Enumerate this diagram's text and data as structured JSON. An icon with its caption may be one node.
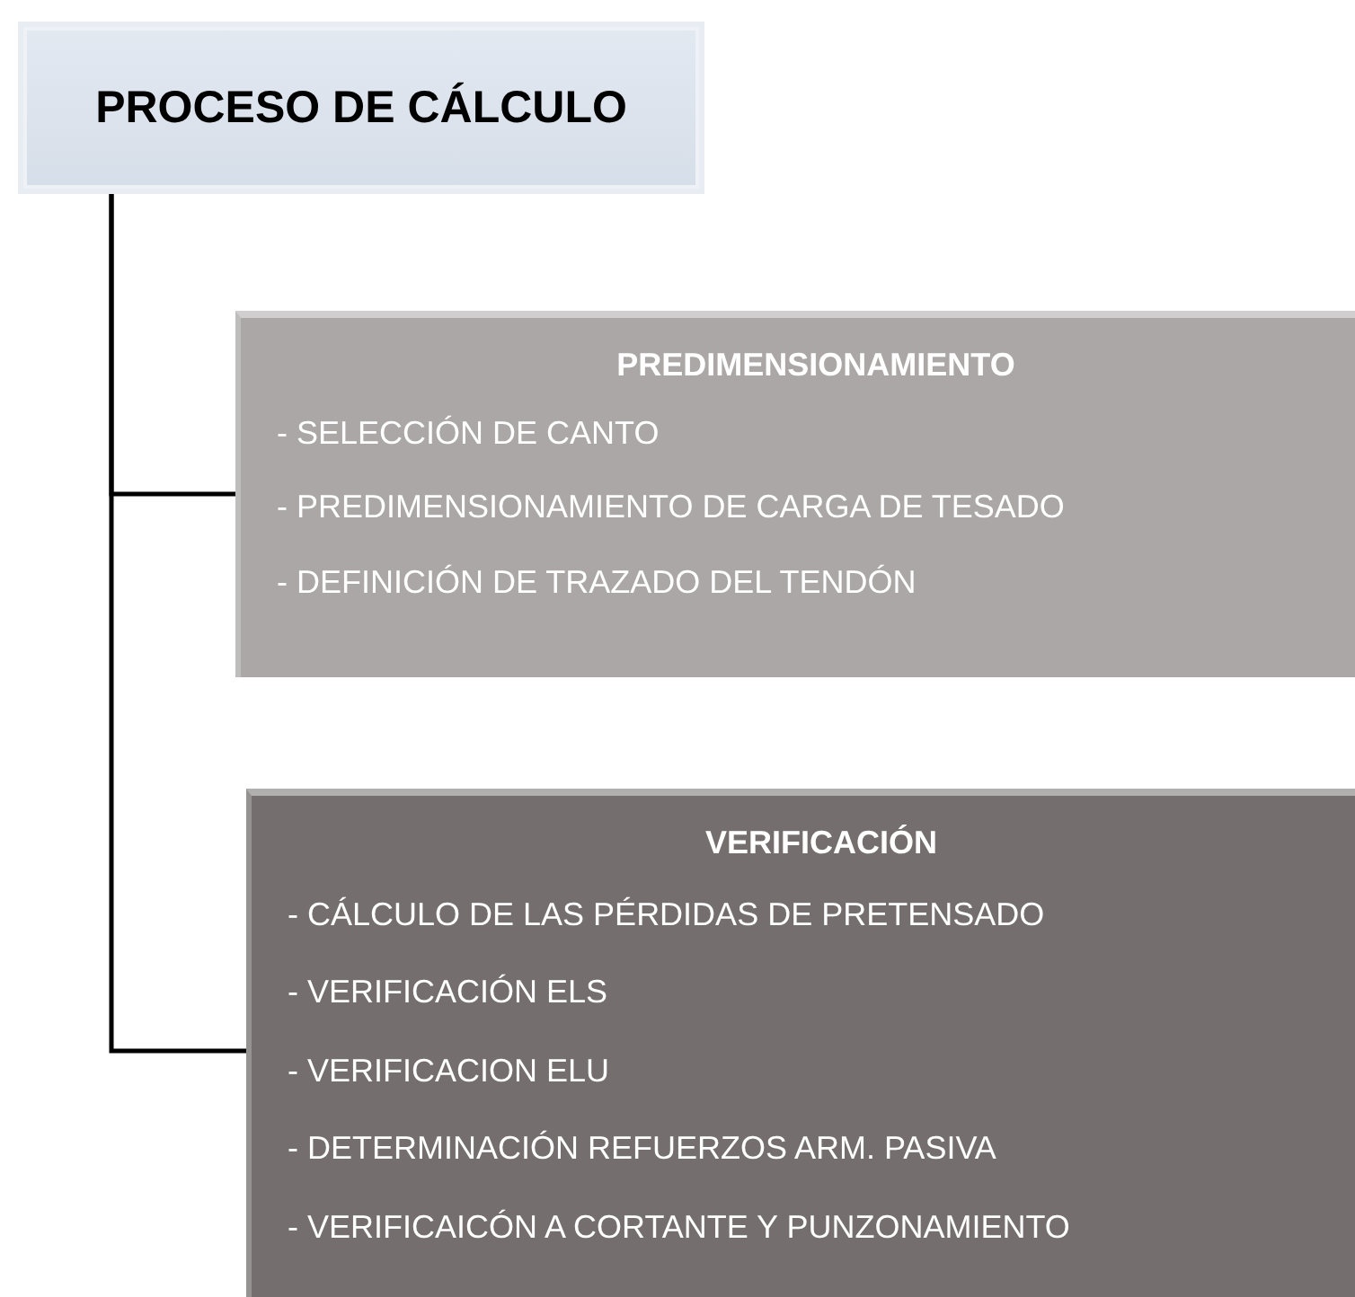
{
  "diagram": {
    "nodes": [
      {
        "text": [
          "PROCESO DE CÁLCULO"
        ]
      },
      {
        "text": [
          "PREDIMENSIONAMIENTO",
          "- SELECCIÓN DE CANTO",
          "- PREDIMENSIONAMIENTO DE CARGA DE TESADO",
          "- DEFINICIÓN DE TRAZADO DEL TENDÓN"
        ]
      },
      {
        "text": [
          "VERIFICACIÓN",
          "- CÁLCULO DE LAS PÉRDIDAS DE PRETENSADO",
          "- VERIFICACIÓN ELS",
          "- VERIFICACION ELU",
          "- DETERMINACIÓN REFUERZOS ARM. PASIVA",
          "- VERIFICAICÓN A CORTANTE Y PUNZONAMIENTO"
        ]
      }
    ],
    "edges": [
      {
        "from": 0,
        "to": 1,
        "arrow": "none"
      },
      {
        "from": 0,
        "to": 2,
        "arrow": "none"
      }
    ]
  }
}
